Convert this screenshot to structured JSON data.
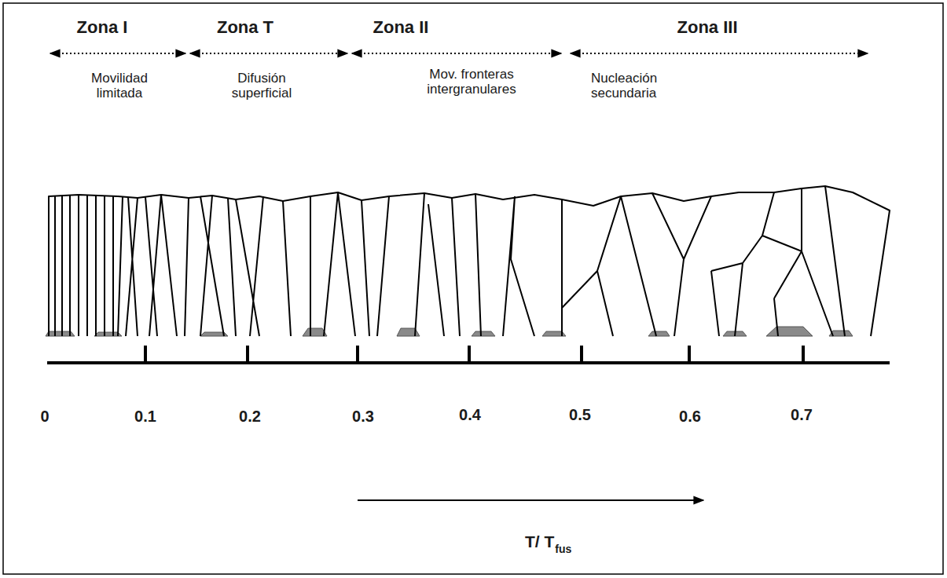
{
  "diagram": {
    "labels": [
      "Zona I",
      "Zona T",
      "Zona II",
      "Zona III",
      "Movilidad limitada",
      "Difusión superficial",
      "Mov. fronteras intergranulares",
      "Nucleación secundaria",
      "0",
      "0.1",
      "0.2",
      "0.3",
      "0.4",
      "0.5",
      "0.6",
      "0.7",
      "T/ T",
      "fus"
    ]
  }
}
